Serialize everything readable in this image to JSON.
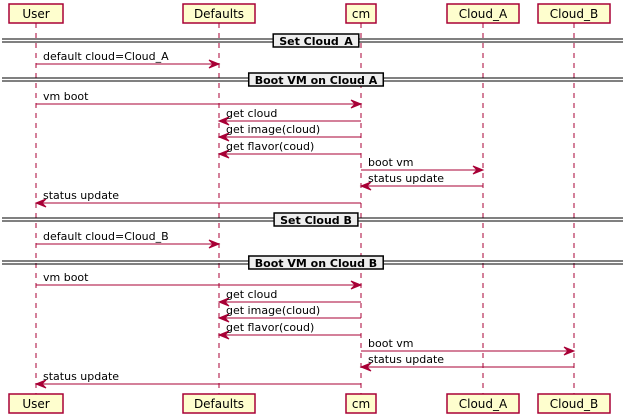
{
  "participants": [
    {
      "id": "user",
      "label": "User"
    },
    {
      "id": "defaults",
      "label": "Defaults"
    },
    {
      "id": "cm",
      "label": "cm"
    },
    {
      "id": "cloud_a",
      "label": "Cloud_A"
    },
    {
      "id": "cloud_b",
      "label": "Cloud_B"
    }
  ],
  "dividers": [
    {
      "label": "Set Cloud_A"
    },
    {
      "label": "Boot VM on Cloud A"
    },
    {
      "label": "Set Cloud B"
    },
    {
      "label": "Boot VM on Cloud B"
    }
  ],
  "messages": [
    {
      "from": "user",
      "to": "defaults",
      "text": "default cloud=Cloud_A"
    },
    {
      "from": "user",
      "to": "cm",
      "text": "vm boot"
    },
    {
      "from": "cm",
      "to": "defaults",
      "text": "get cloud"
    },
    {
      "from": "cm",
      "to": "defaults",
      "text": "get image(cloud)"
    },
    {
      "from": "cm",
      "to": "defaults",
      "text": "get flavor(coud)"
    },
    {
      "from": "cm",
      "to": "cloud_a",
      "text": "boot vm"
    },
    {
      "from": "cloud_a",
      "to": "cm",
      "text": "status update"
    },
    {
      "from": "cm",
      "to": "user",
      "text": "status update"
    },
    {
      "from": "user",
      "to": "defaults",
      "text": "default cloud=Cloud_B"
    },
    {
      "from": "user",
      "to": "cm",
      "text": "vm boot"
    },
    {
      "from": "cm",
      "to": "defaults",
      "text": "get cloud"
    },
    {
      "from": "cm",
      "to": "defaults",
      "text": "get image(cloud)"
    },
    {
      "from": "cm",
      "to": "defaults",
      "text": "get flavor(coud)"
    },
    {
      "from": "cm",
      "to": "cloud_b",
      "text": "boot vm"
    },
    {
      "from": "cloud_b",
      "to": "cm",
      "text": "status update"
    },
    {
      "from": "cm",
      "to": "user",
      "text": "status update"
    }
  ]
}
